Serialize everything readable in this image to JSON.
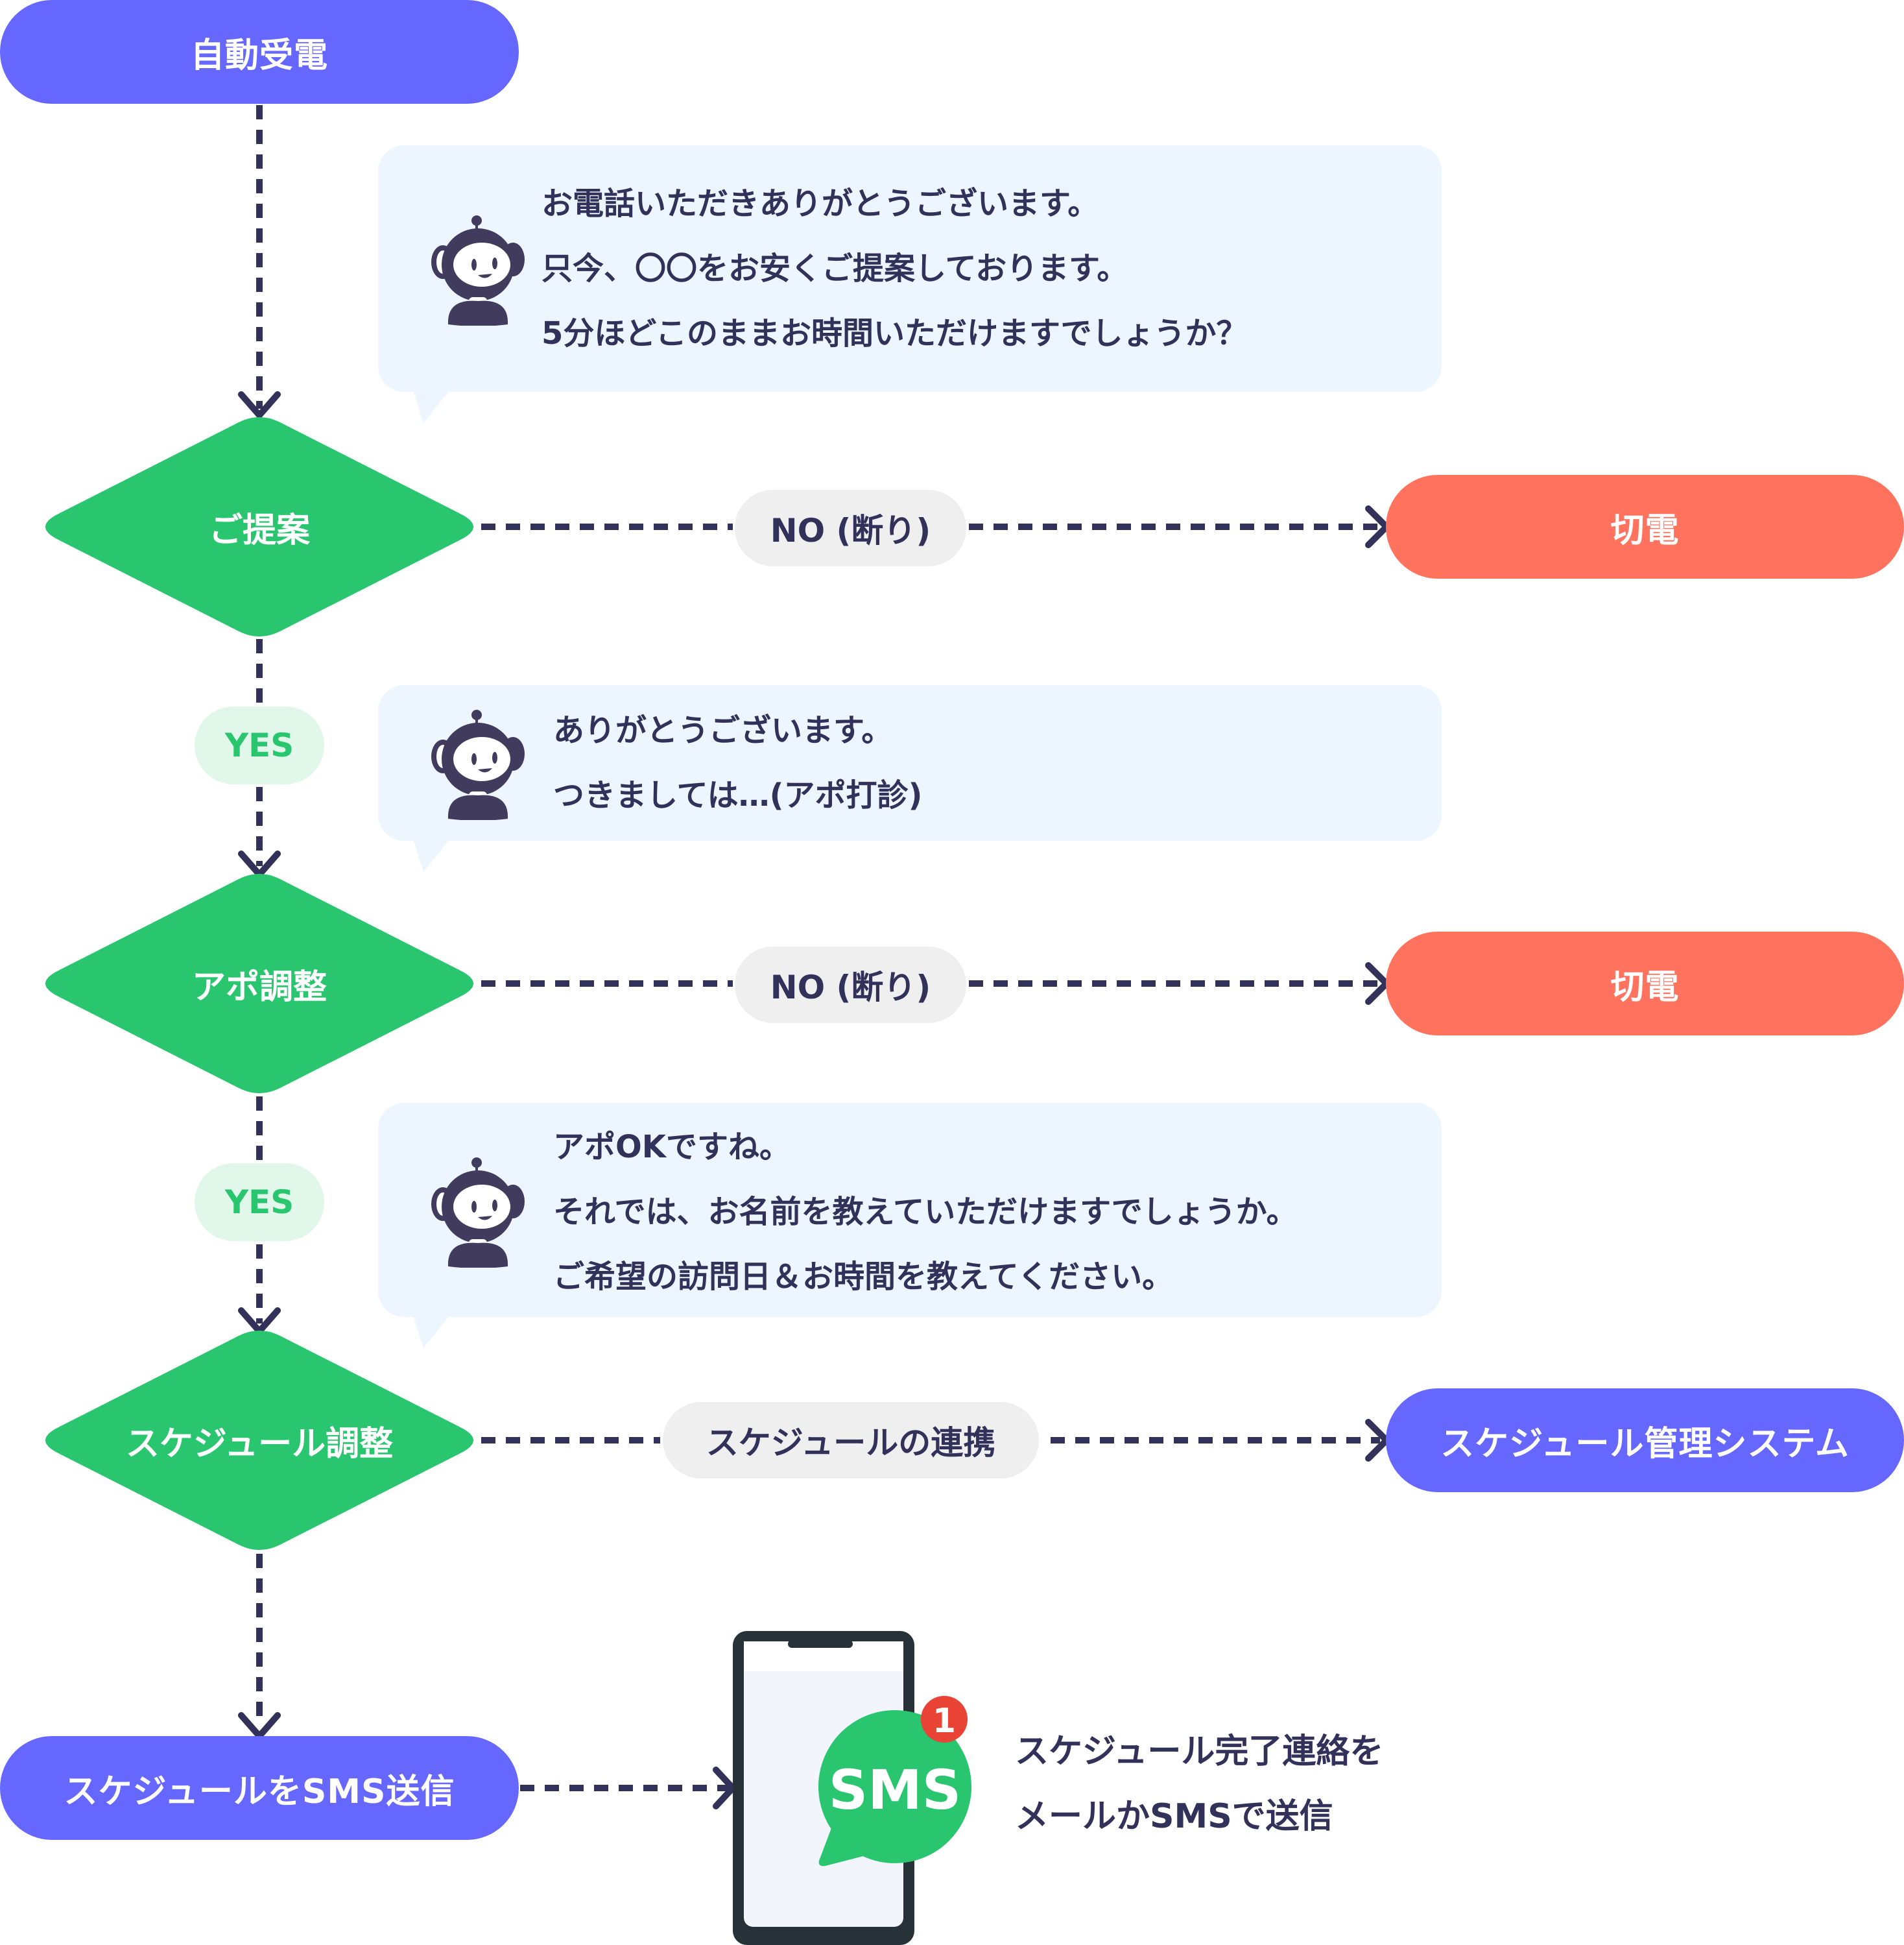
{
  "colors": {
    "primary_blue": "#6667ff",
    "decision_green": "#2ac66f",
    "end_red": "#ff725e",
    "bubble_bg": "#edf5fe",
    "tag_bg": "#efefef",
    "yes_bg": "#e1f7ea",
    "line_dark": "#32315a",
    "badge_red": "#e94335",
    "phone_frame": "#263238"
  },
  "start": {
    "label": "自動受電"
  },
  "bubbles": [
    {
      "lines": [
        "お電話いただきありがとうございます。",
        "只今、〇〇をお安くご提案しております。",
        "5分ほどこのままお時間いただけますでしょうか？"
      ]
    },
    {
      "lines": [
        "ありがとうございます。",
        "つきましては…(アポ打診)"
      ]
    },
    {
      "lines": [
        "アポOKですね。",
        "それでは、お名前を教えていただけますでしょうか。",
        "ご希望の訪問日＆お時間を教えてください。"
      ]
    }
  ],
  "decisions": [
    {
      "label": "ご提案",
      "branch_label": "NO (断り)",
      "target": "切電"
    },
    {
      "label": "アポ調整",
      "branch_label": "NO (断り)",
      "target": "切電"
    },
    {
      "label": "スケジュール調整",
      "branch_label": "スケジュールの連携",
      "target": "スケジュール管理システム"
    }
  ],
  "yes_label": "YES",
  "final": {
    "label": "スケジュールをSMS送信",
    "sms_icon_text": "SMS",
    "badge_count": "1",
    "description": [
      "スケジュール完了連絡を",
      "メールかSMSで送信"
    ]
  }
}
